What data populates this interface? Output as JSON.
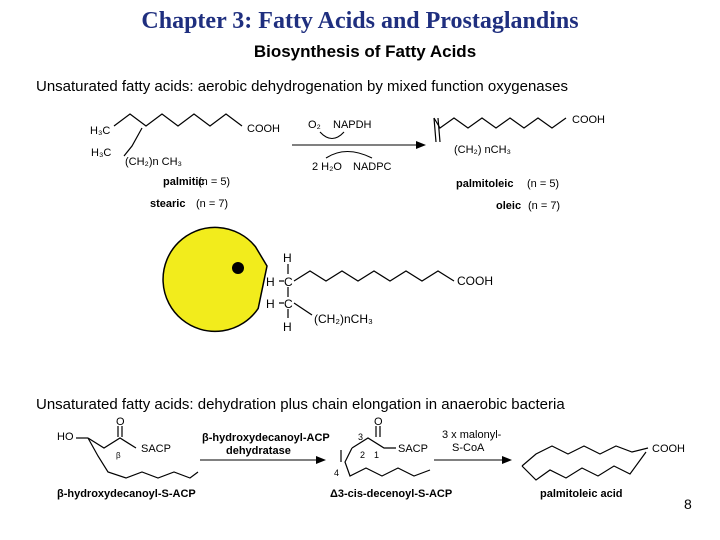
{
  "slide": {
    "title": "Chapter 3: Fatty Acids and Prostaglandins",
    "subtitle": "Biosynthesis of Fatty Acids",
    "line1": "Unsaturated fatty acids: aerobic dehydrogenation by mixed function oxygenases",
    "line2": "Unsaturated fatty acids: dehydration plus chain elongation in anaerobic bacteria",
    "page_number": "8"
  },
  "scheme1": {
    "h3c_top": "H₃C",
    "cooh_left": "COOH",
    "h3c_bottom": "H₃C",
    "chain_left": "(CH₂)n CH₃",
    "o2": "O₂",
    "napdh": "NAPDH",
    "h2o": "2 H₂O",
    "nadpc": "NADPC",
    "cooh_right": "COOH",
    "chain_right": "(CH₂) nCH₃",
    "palmitic": "palmitic",
    "palmitic_n": "(n = 5)",
    "stearic": "stearic",
    "stearic_n": "(n = 7)",
    "palmitoleic": "palmitoleic",
    "palmitoleic_n": "(n = 5)",
    "oleic": "oleic",
    "oleic_n": "(n = 7)"
  },
  "pacman": {
    "color": "#f2ec1c",
    "h_top": "H",
    "h_c1": "H",
    "c1": "C",
    "h_c2": "H",
    "c2": "C",
    "h_bottom": "H",
    "cooh": "COOH",
    "chain": "(CH₂)nCH₃"
  },
  "scheme2": {
    "ho": "HO",
    "o_left": "O",
    "sacp_left": "SACP",
    "beta_left": "β",
    "enzyme_line1": "β-hydroxydecanoyl-ACP",
    "enzyme_line2": "dehydratase",
    "o_mid": "O",
    "sacp_mid": "SACP",
    "num3": "3",
    "num2": "2",
    "num1": "1",
    "num4": "4",
    "reagent_line1": "3 x malonyl-",
    "reagent_line2": "S-CoA",
    "cooh_right": "COOH",
    "label_left": "β-hydroxydecanoyl-S-ACP",
    "label_mid": "Δ3-cis-decenoyl-S-ACP",
    "label_right": "palmitoleic acid"
  }
}
